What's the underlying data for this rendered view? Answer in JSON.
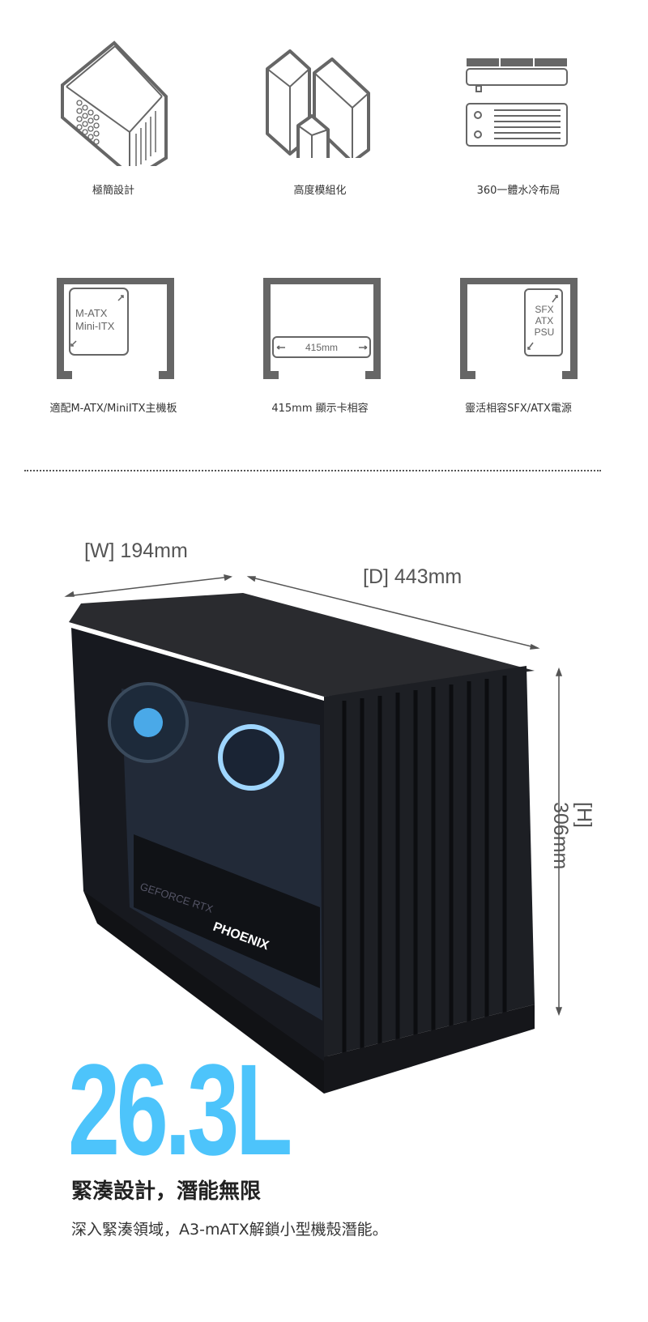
{
  "features": [
    {
      "label": "極簡設計",
      "icon": "minimal-case-icon"
    },
    {
      "label": "高度模組化",
      "icon": "modular-blocks-icon"
    },
    {
      "label": "360一體水冷布局",
      "icon": "radiator-icon"
    },
    {
      "label": "適配M-ATX/MiniITX主機板",
      "icon": "motherboard-icon",
      "inner": [
        "M-ATX",
        "Mini-ITX"
      ]
    },
    {
      "label": "415mm 顯示卡相容",
      "icon": "gpu-length-icon",
      "inner": [
        "415mm"
      ]
    },
    {
      "label": "靈活相容SFX/ATX電源",
      "icon": "psu-icon",
      "inner": [
        "SFX",
        "ATX",
        "PSU"
      ]
    }
  ],
  "dimensions": {
    "width": "[W] 194mm",
    "depth": "[D] 443mm",
    "height": "[H] 306mm"
  },
  "product": {
    "gpu_brand": "PHOENIX",
    "gpu_series": "GEFORCE RTX"
  },
  "volume": "26.3L",
  "headline": "緊湊設計，潛能無限",
  "subline": "深入緊湊領域，A3-mATX解鎖小型機殼潛能。",
  "colors": {
    "accent": "#4dc4fb",
    "icon": "#666666"
  }
}
